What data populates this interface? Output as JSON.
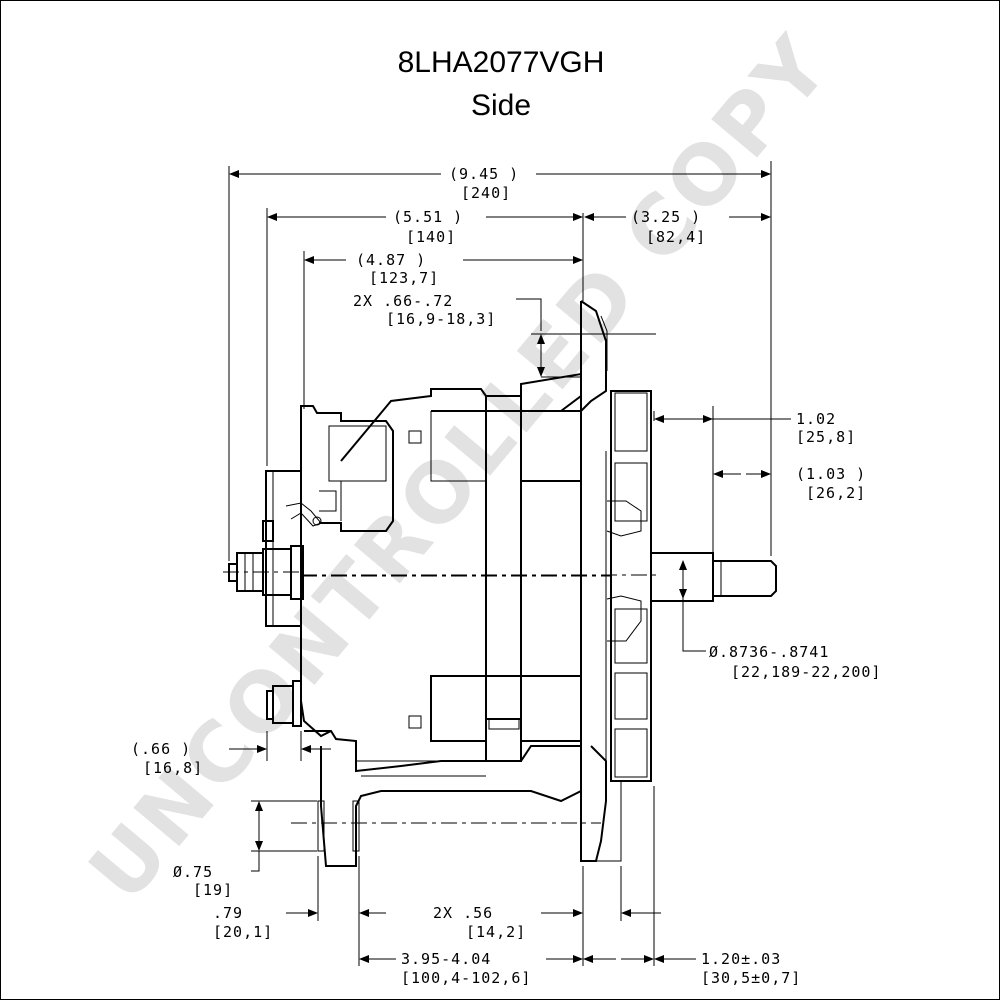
{
  "header": {
    "model": "8LHA2077VGH",
    "view": "Side"
  },
  "watermark": "UNCONTROLLED COPY",
  "dimensions": {
    "overall_in": "(9.45 )",
    "overall_mm": "[240]",
    "d140_in": "(5.51 )",
    "d140_mm": "[140]",
    "d82_in": "(3.25 )",
    "d82_mm": "[82,4]",
    "d123_in": "(4.87 )",
    "d123_mm": "[123,7]",
    "d16_9_in": "2X .66-.72",
    "d16_9_mm": "[16,9-18,3]",
    "d25_in": "1.02",
    "d25_mm": "[25,8]",
    "d26_in": "(1.03 )",
    "d26_mm": "[26,2]",
    "shaft_in": "Ø.8736-.8741",
    "shaft_mm": "[22,189-22,200]",
    "d16_8_in": "(.66 )",
    "d16_8_mm": "[16,8]",
    "hole_in": "Ø.75",
    "hole_mm": "[19]",
    "d20_in": ".79",
    "d20_mm": "[20,1]",
    "d14_in": "2X .56",
    "d14_mm": "[14,2]",
    "d100_in": "3.95-4.04",
    "d100_mm": "[100,4-102,6]",
    "d30_in": "1.20±.03",
    "d30_mm": "[30,5±0,7]"
  }
}
